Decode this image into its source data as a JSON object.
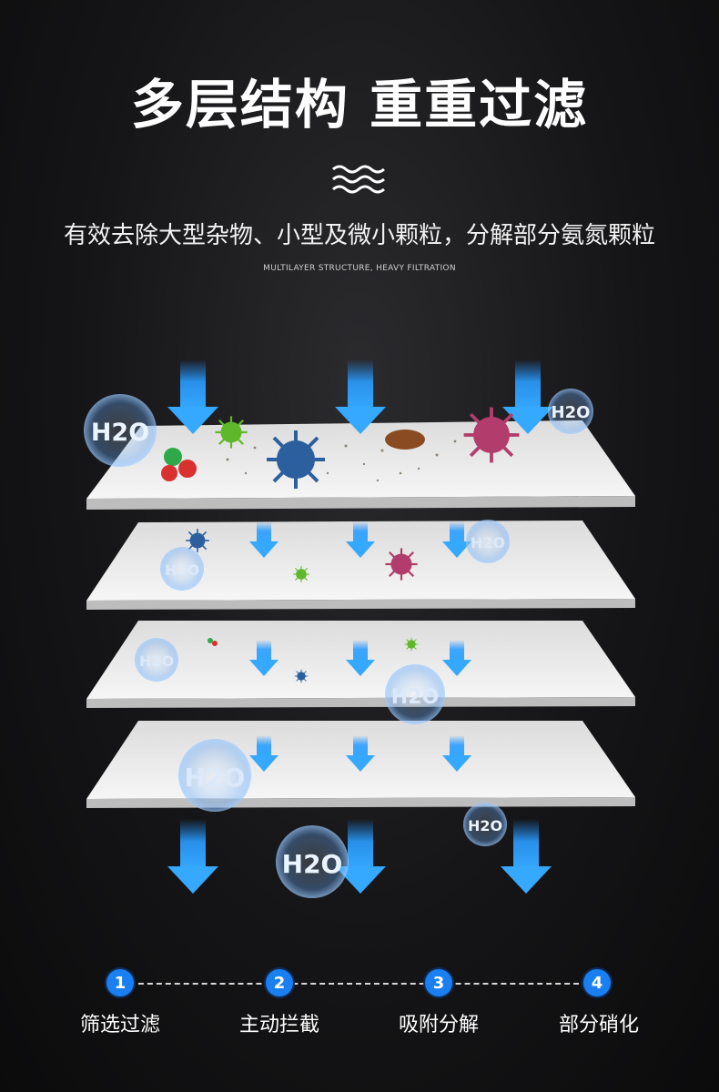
{
  "header": {
    "title": "多层结构 重重过滤",
    "subtitle": "有效去除大型杂物、小型及微小颗粒，分解部分氨氮颗粒",
    "subtitle_en": "MULTILAYER STRUCTURE, HEAVY FILTRATION",
    "icon": "water-wave-icon"
  },
  "diagram": {
    "molecule_label": "H2O",
    "layers": 4,
    "colors": {
      "arrow": "#1e90ff",
      "layer": "#f1f1f1",
      "bubble": "#7ab8ff"
    }
  },
  "steps": [
    {
      "num": "1",
      "label": "筛选过滤"
    },
    {
      "num": "2",
      "label": "主动拦截"
    },
    {
      "num": "3",
      "label": "吸附分解"
    },
    {
      "num": "4",
      "label": "部分硝化"
    }
  ]
}
